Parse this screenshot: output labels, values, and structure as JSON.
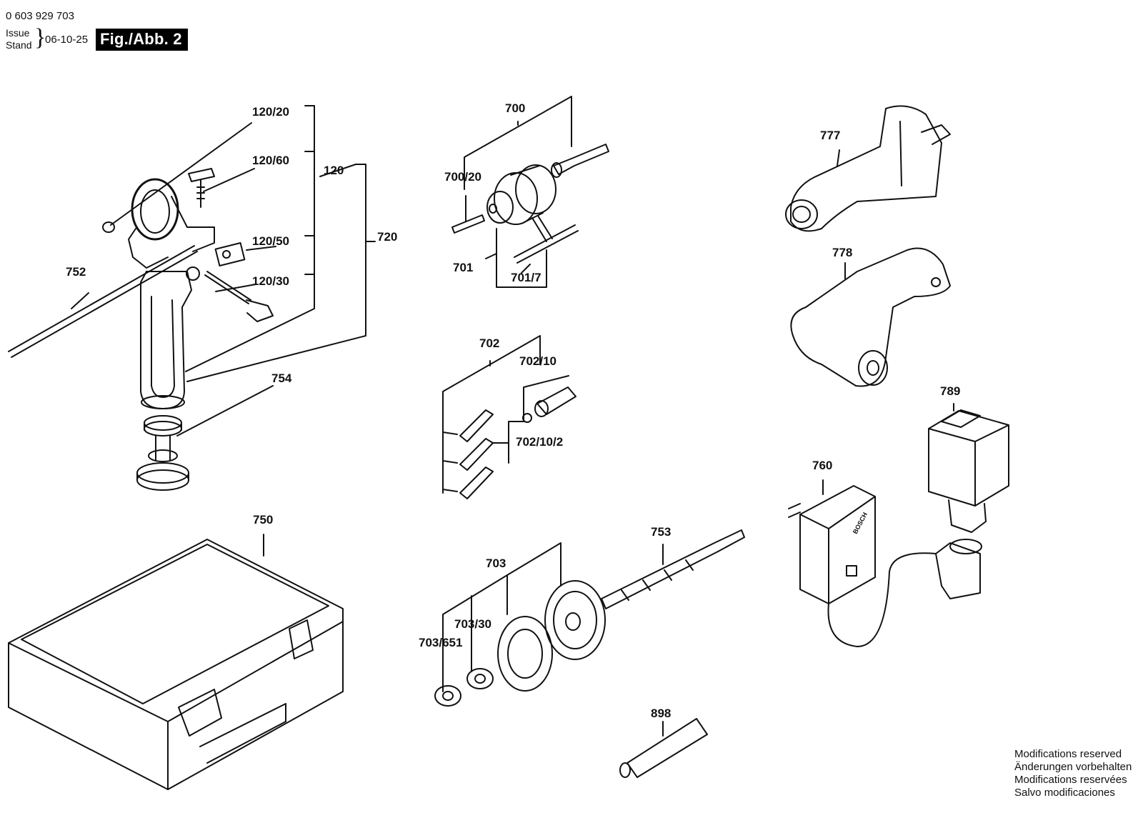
{
  "header": {
    "part_number": "0 603 929 703",
    "issue_label": "Issue",
    "stand_label": "Stand",
    "date": "06-10-25",
    "figure_label": "Fig./Abb. 2"
  },
  "labels": {
    "p120_20": "120/20",
    "p120_60": "120/60",
    "p120": "120",
    "p720": "720",
    "p120_50": "120/50",
    "p752": "752",
    "p120_30": "120/30",
    "p754": "754",
    "p700": "700",
    "p700_20": "700/20",
    "p701": "701",
    "p701_7": "701/7",
    "p777": "777",
    "p778": "778",
    "p702": "702",
    "p702_10": "702/10",
    "p702_10_2": "702/10/2",
    "p789": "789",
    "p760": "760",
    "p750": "750",
    "p753": "753",
    "p703": "703",
    "p703_30": "703/30",
    "p703_651": "703/651",
    "p898": "898"
  },
  "components": {
    "charger_brand": "BOSCH"
  },
  "footer": {
    "modifications": [
      "Modifications reserved",
      "Änderungen vorbehalten",
      "Modifications reservées",
      "Salvo modificaciones"
    ]
  }
}
